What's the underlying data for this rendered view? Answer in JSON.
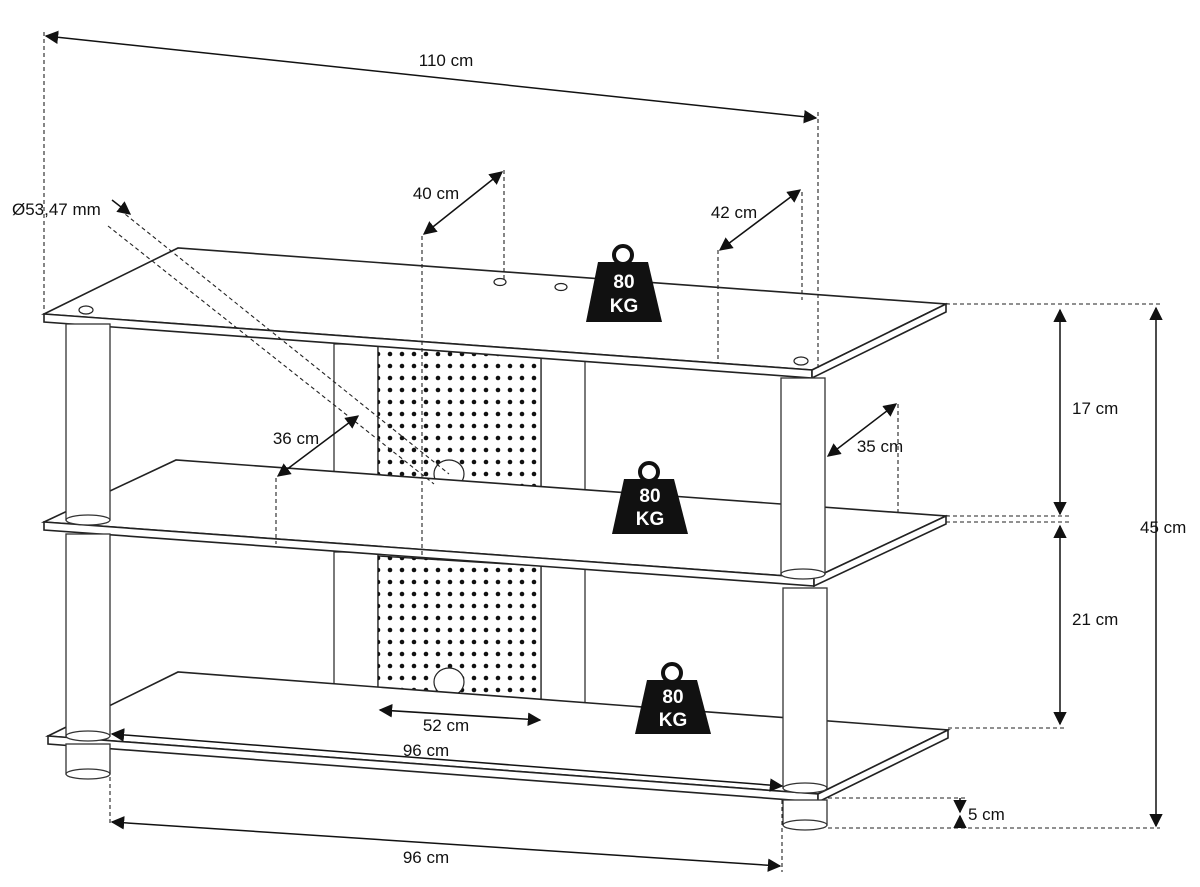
{
  "dimensions": {
    "total_width": "110 cm",
    "upper_depth": "40 cm",
    "right_depth": "42 cm",
    "post_diameter": "Ø53,47 mm",
    "inner_depth_left": "36 cm",
    "inner_depth_right": "35 cm",
    "shelf_gap_top": "17 cm",
    "shelf_gap_bottom": "21 cm",
    "total_height": "45 cm",
    "panel_width": "52 cm",
    "inner_width": "96 cm",
    "base_width": "96 cm",
    "foot_height": "5 cm"
  },
  "weights": [
    {
      "number": "80",
      "unit": "KG"
    },
    {
      "number": "80",
      "unit": "KG"
    },
    {
      "number": "80",
      "unit": "KG"
    }
  ]
}
